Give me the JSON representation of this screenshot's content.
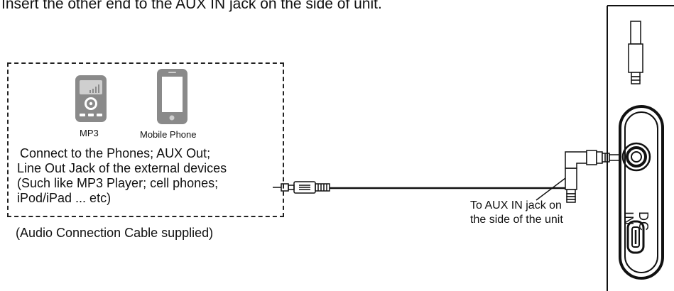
{
  "heading": "Insert the other end to the AUX IN jack on the side of unit.",
  "devices": {
    "mp3_label": "MP3",
    "phone_label": "Mobile Phone"
  },
  "connect_text": [
    "Connect to the Phones; AUX Out;",
    "Line Out Jack of the external devices",
    "(Such like MP3 Player; cell phones;",
    "iPod/iPad ... etc)"
  ],
  "cable_caption": "(Audio Connection Cable supplied)",
  "aux_label": [
    "To AUX IN jack on",
    "the side of the unit"
  ],
  "dc_label": "DC IN",
  "colors": {
    "device_gray": "#8a8a8a",
    "line": "#111111"
  }
}
